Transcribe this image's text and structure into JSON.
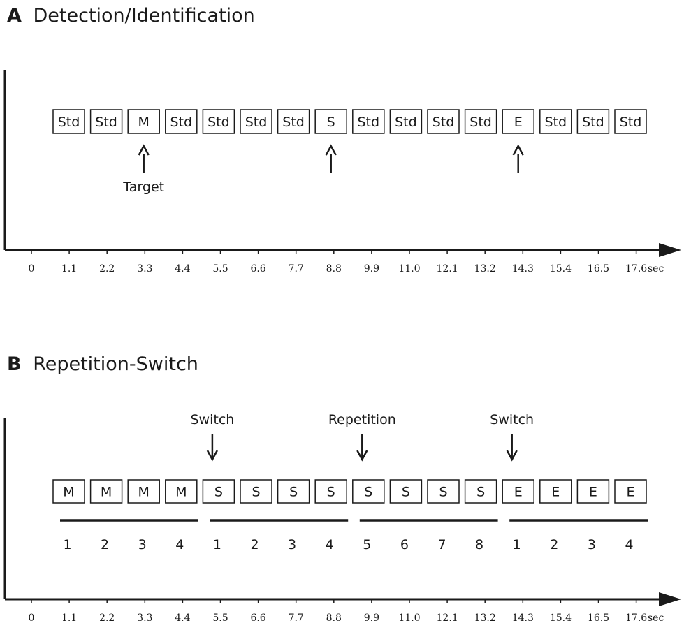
{
  "panel_a": {
    "letter": "A",
    "title": "Detection/Identification",
    "boxes": [
      "Std",
      "Std",
      "M",
      "Std",
      "Std",
      "Std",
      "Std",
      "S",
      "Std",
      "Std",
      "Std",
      "Std",
      "E",
      "Std",
      "Std",
      "Std"
    ],
    "arrows": [
      {
        "box_index": 2,
        "label": "Target"
      },
      {
        "box_index": 7,
        "label": ""
      },
      {
        "box_index": 12,
        "label": ""
      }
    ],
    "axis_ticks": [
      "0",
      "1.1",
      "2.2",
      "3.3",
      "4.4",
      "5.5",
      "6.6",
      "7.7",
      "8.8",
      "9.9",
      "11.0",
      "12.1",
      "13.2",
      "14.3",
      "15.4",
      "16.5",
      "17.6"
    ],
    "axis_unit": "sec"
  },
  "panel_b": {
    "letter": "B",
    "title": "Repetition-Switch",
    "boxes": [
      "M",
      "M",
      "M",
      "M",
      "S",
      "S",
      "S",
      "S",
      "S",
      "S",
      "S",
      "S",
      "E",
      "E",
      "E",
      "E"
    ],
    "arrows": [
      {
        "box_index": 4,
        "label": "Switch"
      },
      {
        "box_index": 8,
        "label": "Repetition"
      },
      {
        "box_index": 12,
        "label": "Switch"
      }
    ],
    "groups": [
      {
        "start": 0,
        "end": 3,
        "numbers": [
          "1",
          "2",
          "3",
          "4"
        ]
      },
      {
        "start": 4,
        "end": 7,
        "numbers": [
          "1",
          "2",
          "3",
          "4"
        ]
      },
      {
        "start": 8,
        "end": 11,
        "numbers": [
          "5",
          "6",
          "7",
          "8"
        ]
      },
      {
        "start": 12,
        "end": 15,
        "numbers": [
          "1",
          "2",
          "3",
          "4"
        ]
      }
    ],
    "axis_ticks": [
      "0",
      "1.1",
      "2.2",
      "3.3",
      "4.4",
      "5.5",
      "6.6",
      "7.7",
      "8.8",
      "9.9",
      "11.0",
      "12.1",
      "13.2",
      "14.3",
      "15.4",
      "16.5",
      "17.6"
    ],
    "axis_unit": "sec"
  }
}
